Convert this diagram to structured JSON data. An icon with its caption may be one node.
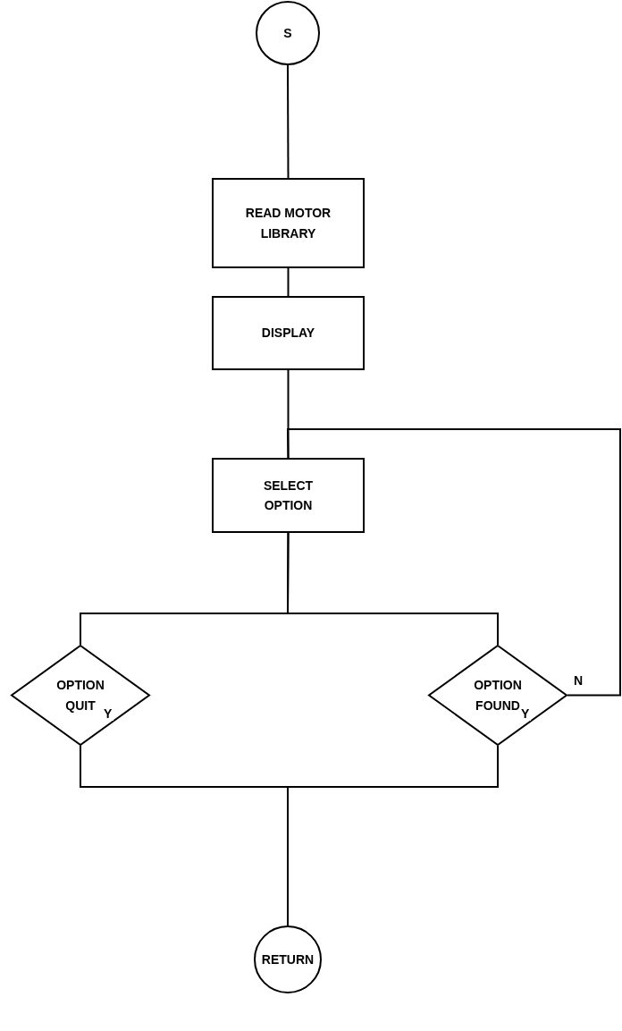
{
  "diagram": {
    "nodes": [
      {
        "text": [
          "S"
        ]
      },
      {
        "text": [
          "READ MOTOR LIBRARY"
        ]
      },
      {
        "text": [
          "DISPLAY"
        ]
      },
      {
        "text": [
          "SELECT OPTION"
        ]
      },
      {
        "text": [
          "OPTION QUIT"
        ]
      },
      {
        "text": [
          "OPTION FOUND"
        ]
      },
      {
        "text": [
          "RETURN"
        ]
      }
    ],
    "edges": [
      {
        "from": 0,
        "to": 1,
        "arrow": "none"
      },
      {
        "from": 1,
        "to": 2,
        "arrow": "none"
      },
      {
        "from": 2,
        "to": 3,
        "arrow": "none"
      },
      {
        "from": 3,
        "to": 4,
        "arrow": "none"
      },
      {
        "from": 3,
        "to": 5,
        "arrow": "none"
      },
      {
        "from": 4,
        "to": 6,
        "arrow": "none",
        "label": "Y"
      },
      {
        "from": 5,
        "to": 6,
        "arrow": "none",
        "label": "Y"
      },
      {
        "from": 5,
        "to": 3,
        "arrow": "none",
        "label": "N"
      }
    ]
  }
}
